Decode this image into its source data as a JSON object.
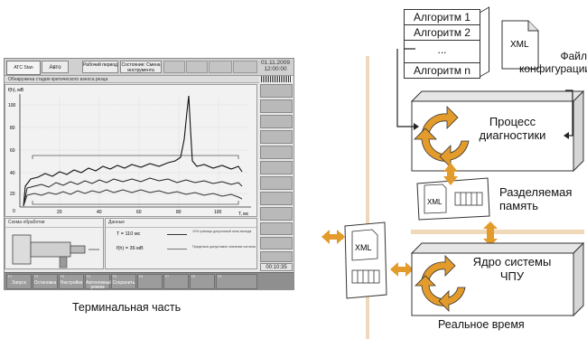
{
  "terminal": {
    "logo_text": "ATC Stan",
    "buttons": [
      "Авто",
      "Рабочий период",
      "Состояние: Смена инструмента"
    ],
    "date": "01.11.2009",
    "time": "12:00:00",
    "message": "Обнаружена стадия критического износа резца",
    "plot": {
      "ylabel": "f(h), мВ",
      "xlabel": "T, мс",
      "yticks": [
        "100",
        "80",
        "60",
        "40",
        "20",
        "0"
      ],
      "xticks": [
        "20",
        "40",
        "60",
        "80",
        "100"
      ]
    },
    "scheme_title": "Схема обработки",
    "data_title": "Данные",
    "data_T": "T = 110 мс",
    "data_f": "f(h) = 36 мВ",
    "legend_1": "10% границы допустимой зоны выхода",
    "legend_2": "Предельно допустимое значение сигнала",
    "clock": "00:10:35",
    "fkeys": [
      "F1",
      "F2",
      "F3",
      "F4",
      "F5",
      "F6",
      "F7",
      "F8",
      "F9"
    ],
    "fbuttons": [
      "Запуск",
      "Остановка",
      "Настройки",
      "Автономный режим",
      "Сохранить",
      "",
      "",
      "",
      ""
    ],
    "caption": "Терминальная часть"
  },
  "diagram": {
    "algorithms": [
      "Алгоритм 1",
      "Алгоритм 2",
      "...",
      "Алгоритм n"
    ],
    "xml_label": "XML",
    "config_label": "Файл конфигурации",
    "process_label": "Процесс диагностики",
    "shared_memory_label": "Разделяемая память",
    "core_label": "Ядро системы ЧПУ",
    "realtime_caption": "Реальное время",
    "colors": {
      "accent": "#e39b2b",
      "divider": "#efd9b9"
    }
  }
}
